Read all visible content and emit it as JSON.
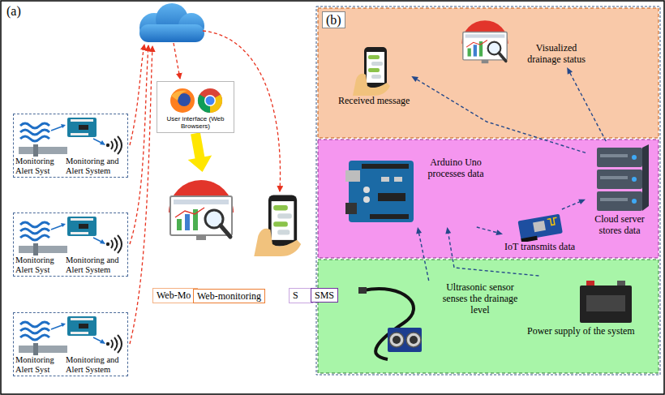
{
  "diagram": {
    "nodes": [
      {
        "text": [
          "Monitoring Alert Syst",
          "Monitoring and Alert System"
        ]
      },
      {
        "text": [
          "Monitoring Alert Syst",
          "Monitoring and Alert System"
        ]
      },
      {
        "text": [
          "Monitoring Alert Syst",
          "Monitoring and Alert System"
        ]
      },
      {
        "text": [
          "User interface (Web Browsers)"
        ]
      },
      {
        "text": [
          "Web-monitoring"
        ]
      },
      {
        "text": [
          "SMS"
        ]
      },
      {
        "text": [
          "Received message"
        ]
      },
      {
        "text": [
          "Visualized drainage status"
        ]
      },
      {
        "text": [
          "Arduino Uno processes data"
        ]
      },
      {
        "text": [
          "Cloud server stores data"
        ]
      },
      {
        "text": [
          "IoT transmits data"
        ]
      },
      {
        "text": [
          "Ultrasonic sensor senses the drainage level"
        ]
      },
      {
        "text": [
          "Power supply of the system"
        ]
      }
    ],
    "edges": [
      {
        "from": 3,
        "to": 4,
        "arrow": "to"
      },
      {
        "from": 11,
        "to": 8,
        "arrow": "to"
      },
      {
        "from": 8,
        "to": 10,
        "arrow": "to"
      },
      {
        "from": 10,
        "to": 9,
        "arrow": "to"
      },
      {
        "from": 9,
        "to": 6,
        "arrow": "to"
      },
      {
        "from": 9,
        "to": 7,
        "arrow": "to"
      },
      {
        "from": 12,
        "to": 8,
        "arrow": "to"
      }
    ],
    "labels": [
      "(a)",
      "(b)",
      "Web-Mo",
      "S"
    ]
  }
}
